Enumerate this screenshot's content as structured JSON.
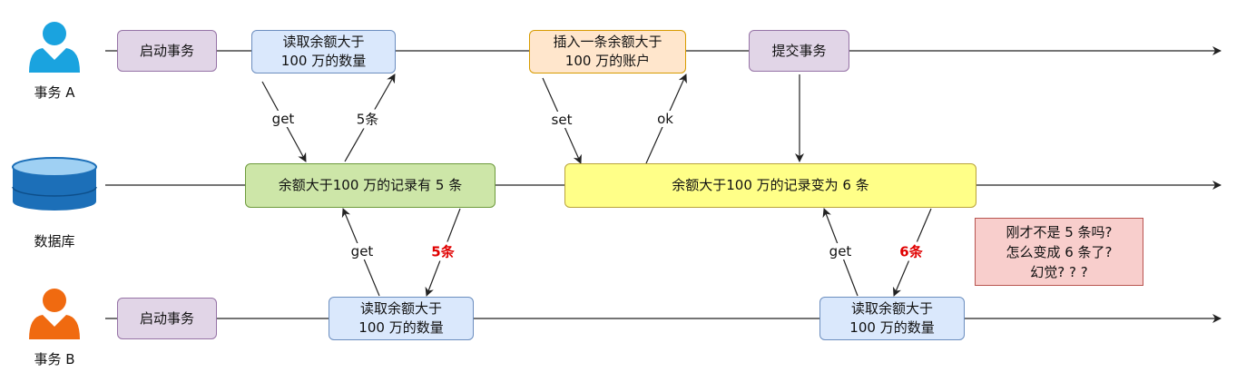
{
  "actors": {
    "a_label": "事务 A",
    "db_label": "数据库",
    "b_label": "事务 B",
    "a_color": "#1aa3df",
    "b_color": "#f06a10",
    "db_color": "#1c6fb8"
  },
  "boxes": {
    "a_start": "启动事务",
    "a_read": "读取余额大于\n100 万的数量",
    "a_insert": "插入一条余额大于\n100 万的账户",
    "a_commit": "提交事务",
    "db_five": "余额大于100 万的记录有 5 条",
    "db_six": "余额大于100 万的记录变为 6 条",
    "b_start": "启动事务",
    "b_read1": "读取余额大于\n100 万的数量",
    "b_read2": "读取余额大于\n100 万的数量",
    "note": "刚才不是 5 条吗?\n怎么变成 6 条了?\n幻觉? ? ?"
  },
  "arrow_labels": {
    "a_get": "get",
    "a_five": "5条",
    "a_set": "set",
    "a_ok": "ok",
    "b_get1": "get",
    "b_five": "5条",
    "b_get2": "get",
    "b_six": "6条"
  },
  "colors": {
    "line": "#222222",
    "highlight_red": "#e00000"
  }
}
